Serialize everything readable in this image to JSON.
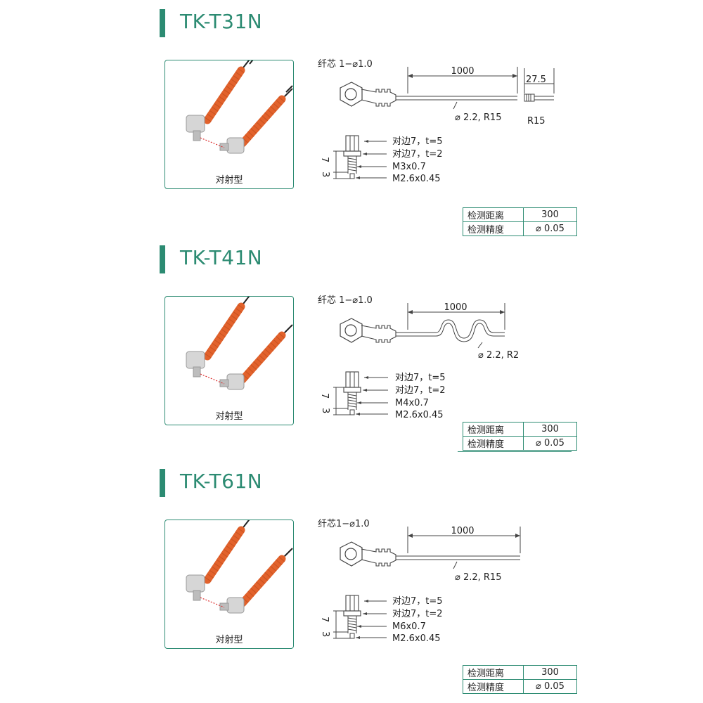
{
  "sections": [
    {
      "title": "TK-T31N",
      "photo_caption": "对射型",
      "drawing": {
        "core": "纤芯 1−⌀1.0",
        "length": "1000",
        "cable": "⌀ 2.2, R15",
        "tip_dim": "27.5",
        "tip_r": "R15",
        "labels": [
          "对边7，t=5",
          "对边7，t=2",
          "M3x0.7",
          "M2.6x0.45"
        ],
        "dim7": "7",
        "dim3": "3"
      },
      "spec": [
        {
          "key": "检测距离",
          "value": "300"
        },
        {
          "key": "检测精度",
          "value": "⌀ 0.05"
        }
      ]
    },
    {
      "title": "TK-T41N",
      "photo_caption": "对射型",
      "drawing": {
        "core": "纤芯 1−⌀1.0",
        "length": "1000",
        "cable": "⌀ 2.2, R2",
        "labels": [
          "对边7，t=5",
          "对边7，t=2",
          "M4x0.7",
          "M2.6x0.45"
        ],
        "dim7": "7",
        "dim3": "3"
      },
      "spec": [
        {
          "key": "检测距离",
          "value": "300"
        },
        {
          "key": "检测精度",
          "value": "⌀ 0.05"
        }
      ]
    },
    {
      "title": "TK-T61N",
      "photo_caption": "对射型",
      "drawing": {
        "core": "纤芯1−⌀1.0",
        "length": "1000",
        "cable": "⌀ 2.2, R15",
        "labels": [
          "对边7，t=5",
          "对边7，t=2",
          "M6x0.7",
          "M2.6x0.45"
        ],
        "dim7": "7",
        "dim3": "3"
      },
      "spec": [
        {
          "key": "检测距离",
          "value": "300"
        },
        {
          "key": "检测精度",
          "value": "⌀ 0.05"
        }
      ]
    }
  ],
  "colors": {
    "accent": "#2c8b72",
    "cable": "#e2622c"
  }
}
